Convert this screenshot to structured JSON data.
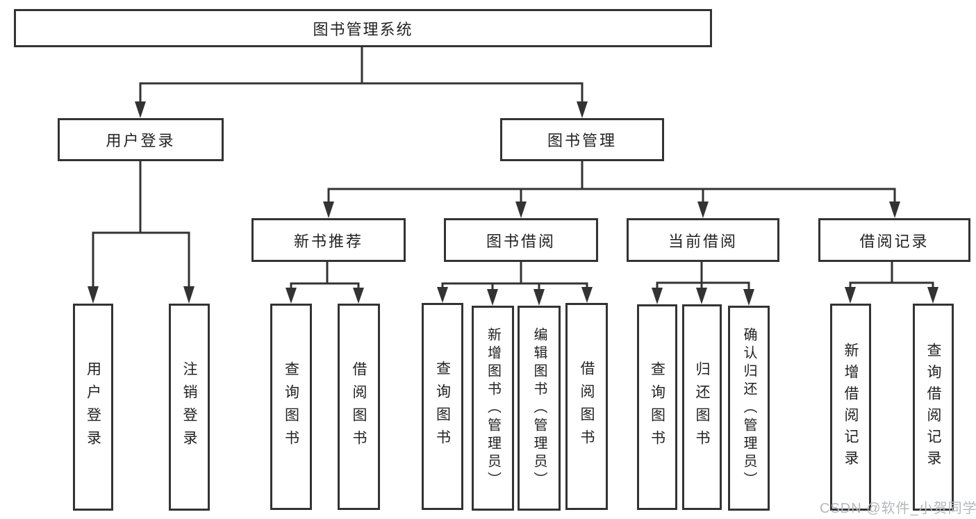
{
  "diagram": {
    "root": {
      "label": "图书管理系统"
    },
    "branches": [
      {
        "label": "用户登录",
        "children": [
          {
            "label": "用户登录"
          },
          {
            "label": "注销登录"
          }
        ]
      },
      {
        "label": "图书管理",
        "children": [
          {
            "label": "新书推荐",
            "children": [
              {
                "label": "查询图书"
              },
              {
                "label": "借阅图书"
              }
            ]
          },
          {
            "label": "图书借阅",
            "children": [
              {
                "label": "查询图书"
              },
              {
                "label": "新增图书（管理员）"
              },
              {
                "label": "编辑图书（管理员）"
              },
              {
                "label": "借阅图书"
              }
            ]
          },
          {
            "label": "当前借阅",
            "children": [
              {
                "label": "查询图书"
              },
              {
                "label": "归还图书"
              },
              {
                "label": "确认归还（管理员）"
              }
            ]
          },
          {
            "label": "借阅记录",
            "children": [
              {
                "label": "新增借阅记录"
              },
              {
                "label": "查询借阅记录"
              }
            ]
          }
        ]
      }
    ]
  },
  "watermark": {
    "text": "CSDN @软件_小贺同学"
  },
  "colors": {
    "line": "#333333",
    "text": "#222222",
    "watermark": "#b3b8bd",
    "background": "#ffffff"
  }
}
